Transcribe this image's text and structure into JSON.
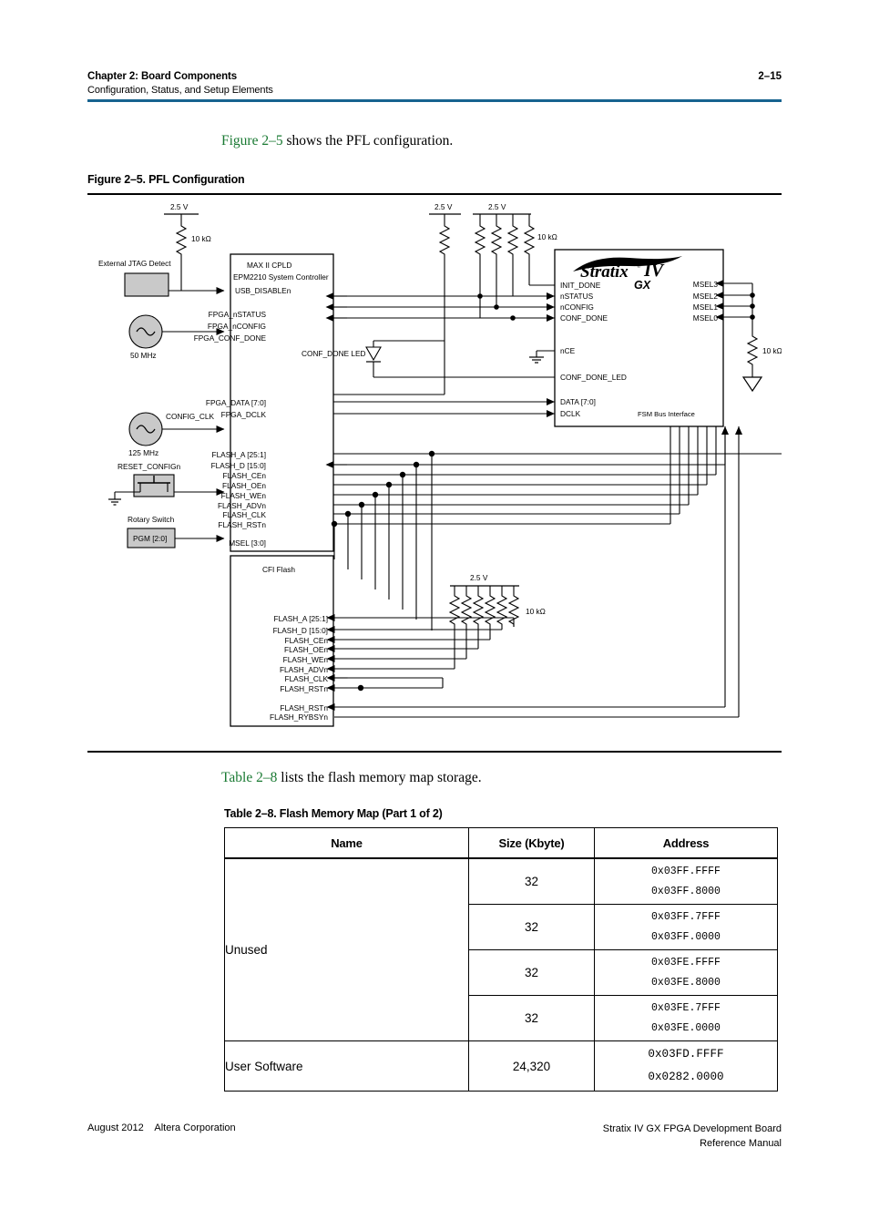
{
  "header": {
    "chapter": "Chapter 2:  Board Components",
    "subtitle": "Configuration, Status, and Setup Elements",
    "page_number": "2–15",
    "rule_color": "#17638f"
  },
  "intro_paragraph": {
    "xref": "Figure 2–5",
    "rest": " shows the PFL configuration."
  },
  "figure": {
    "caption": "Figure 2–5.  PFL Configuration",
    "cpld": {
      "title_line1": "MAX II CPLD",
      "title_line2": "EPM2210 System Controller",
      "pins_right": [
        "USB_DISABLEn",
        "FPGA_nSTATUS",
        "FPGA_nCONFIG",
        "FPGA_CONF_DONE",
        "FPGA_DATA [7:0]",
        "FPGA_DCLK",
        "FLASH_A [25:1]",
        "FLASH_D [15:0]",
        "FLASH_CEn",
        "FLASH_OEn",
        "FLASH_WEn",
        "FLASH_ADVn",
        "FLASH_CLK",
        "FLASH_RSTn",
        "MSEL [3:0]"
      ]
    },
    "fpga": {
      "logo_text": "Stratix",
      "logo_roman": "IV",
      "logo_gx": "GX",
      "bus_label": "FSM Bus Interface",
      "pins_left": [
        "INIT_DONE",
        "nSTATUS",
        "nCONFIG",
        "CONF_DONE",
        "nCE",
        "CONF_DONE_LED",
        "DATA [7:0]",
        "DCLK"
      ],
      "pins_right": [
        "MSEL3",
        "MSEL2",
        "MSEL1",
        "MSEL0"
      ]
    },
    "flash": {
      "title": "CFI Flash",
      "pins": [
        "FLASH_A [25:1]",
        "FLASH_D [15:0]",
        "FLASH_CEn",
        "FLASH_OEn",
        "FLASH_WEn",
        "FLASH_ADVn",
        "FLASH_CLK",
        "FLASH_RSTn",
        "FLASH_RSTn",
        "FLASH_RYBSYn"
      ]
    },
    "left_components": {
      "jtag_label": "External JTAG Detect",
      "osc1_label": "50 MHz",
      "osc2_label": "125 MHz",
      "config_clk_label": "CONFIG_CLK",
      "reset_label": "RESET_CONFIGn",
      "rotary_label": "Rotary Switch",
      "rotary_value": "PGM [2:0]"
    },
    "nets": {
      "supply": "2.5 V",
      "resistor": "10 kΩ",
      "led_label": "CONF_DONE LED"
    }
  },
  "table_intro": {
    "xref": "Table 2–8",
    "rest": " lists the flash memory map storage."
  },
  "table": {
    "caption": "Table 2–8.  Flash Memory Map  (Part 1 of 2)",
    "columns": [
      "Name",
      "Size (Kbyte)",
      "Address"
    ],
    "rows": [
      {
        "name": "Unused",
        "size": "32",
        "addr_high": "0x03FF.FFFF",
        "addr_low": "0x03FF.8000"
      },
      {
        "name": "",
        "size": "32",
        "addr_high": "0x03FF.7FFF",
        "addr_low": "0x03FF.0000"
      },
      {
        "name": "",
        "size": "32",
        "addr_high": "0x03FE.FFFF",
        "addr_low": "0x03FE.8000"
      },
      {
        "name": "",
        "size": "32",
        "addr_high": "0x03FE.7FFF",
        "addr_low": "0x03FE.0000"
      },
      {
        "name": "User Software",
        "size": "24,320",
        "addr_high": "0x03FD.FFFF",
        "addr_low": "0x0282.0000"
      }
    ]
  },
  "footer": {
    "left": "August 2012    Altera Corporation",
    "right_line1": "Stratix IV GX FPGA Development Board",
    "right_line2": "Reference Manual"
  }
}
